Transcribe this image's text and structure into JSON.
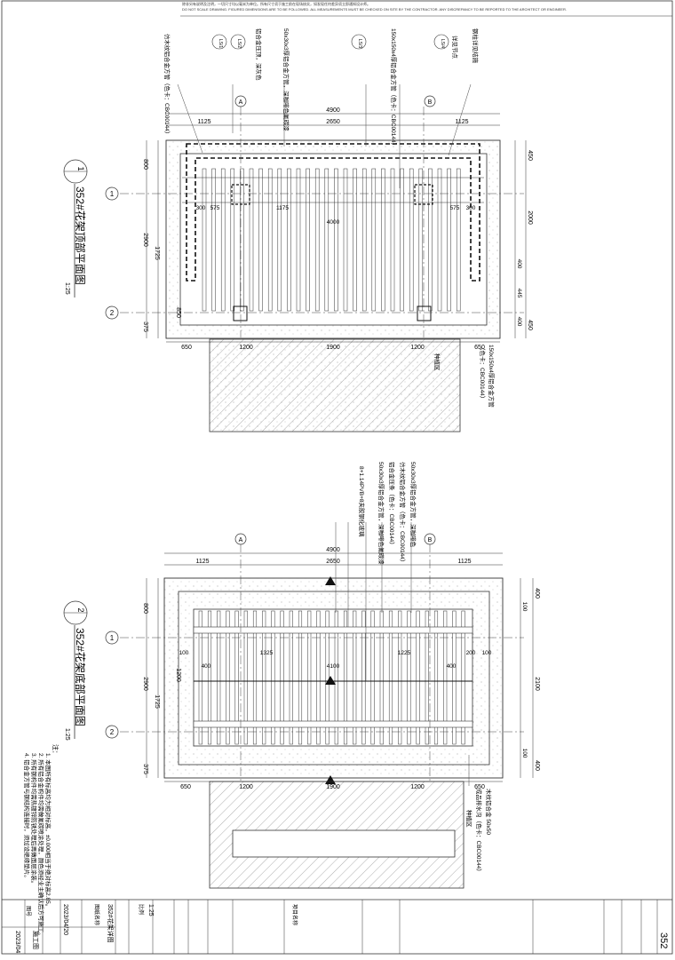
{
  "sheet": {
    "top_note_1": "除非另有说明及注明，一切尺寸均以毫米为单位。所有尺寸须于施工前在现场核实，如发现任何差异须立即通知设计师。",
    "top_note_2": "DO NOT SCALE DRAWING. FIGURED DIMENSIONS ARE TO BE FOLLOWED. ALL MEASUREMENTS MUST BE CHECKED ON SITE BY THE CONTRACTOR. ANY DISCREPANCY TO BE REPORTED TO THE ARCHITECT OR ENGINEER.",
    "drawing_no_code": "352"
  },
  "plan1": {
    "number": "1",
    "title": "352#花架顶部平面图",
    "scale": "1:25",
    "top_dims": [
      "1125",
      "2650",
      "1125"
    ],
    "overall_width": "4900",
    "bottom_dims": [
      "650",
      "1200",
      "1900",
      "1200",
      "650"
    ],
    "left_dims": [
      "800",
      "2900",
      "375"
    ],
    "left_sub_dims": [
      "1725",
      "850"
    ],
    "right_dims": [
      "450",
      "2000",
      "450"
    ],
    "right_sub_dims": [
      "400",
      "445",
      "400"
    ],
    "inner_dims": [
      "300",
      "575",
      "1175",
      "4000",
      "575",
      "300"
    ],
    "axis_rows": [
      "1",
      "2"
    ],
    "axis_cols": [
      "A",
      "B"
    ],
    "callouts": [
      "50x30x3厚铝合金方管，深咖啡色氟碳漆",
      "仿木纹铝合金方管（色卡：CBC00144）",
      "150x150x4厚铝合金方管（色卡：CBC00144）",
      "铝合金压顶，深灰色",
      "钢柱详见结施",
      "详见节点"
    ],
    "leader_labels": [
      "LS/1",
      "LS/2",
      "LS/3",
      "LS/4"
    ],
    "side_note_1": "150x150x4厚铝合金方管",
    "side_note_2": "（色卡：CBC00144）",
    "side_note_3": "种植区"
  },
  "plan2": {
    "number": "2",
    "title": "352#花架底部平面图",
    "scale": "1:25",
    "top_dims": [
      "1125",
      "2650",
      "1125"
    ],
    "overall_width": "4900",
    "bottom_dims": [
      "650",
      "1200",
      "1900",
      "1200",
      "650"
    ],
    "left_dims": [
      "800",
      "2900",
      "375"
    ],
    "left_sub_dims": [
      "1725",
      "1200"
    ],
    "right_dims": [
      "400",
      "2100",
      "400"
    ],
    "right_sub_dims": [
      "100",
      "100"
    ],
    "inner_dims": [
      "100",
      "400",
      "1325",
      "4100",
      "1225",
      "400",
      "200",
      "100"
    ],
    "axis_rows": [
      "1",
      "2"
    ],
    "axis_cols": [
      "A",
      "B"
    ],
    "callouts": [
      "50x30x3厚铝合金方管，深咖啡色",
      "仿木纹铝合金方管（色卡：CBC00144）",
      "铝合金压条（色卡：CBC00144）",
      "50x30x3厚铝合金方管，深咖啡色氟碳漆",
      "8+1.14PVB+8夹胶钢化玻璃"
    ],
    "right_callouts": [
      "木纹铝合金 50x50",
      "成品排水沟（色卡：CBC00144）",
      "种植区"
    ]
  },
  "notes": {
    "heading": "注：",
    "items": [
      "1. 本图所有标高均为相对标高，±0.000相当于绝对标高2.85。",
      "2. 所有铝合金构件均需做氟碳喷涂处理，颜色须经业主确认后方可施工。",
      "3. 所有钢构件均需热镀锌防锈处理后再做面层涂装。",
      "4. 铝合金方管与钢结构连接时，须加设绝缘垫片。"
    ]
  },
  "title_block": {
    "project_label": "项目名称",
    "drawing_title_label": "图纸名称",
    "drawing_title": "352#花架详图",
    "date_1": "2023/04/20",
    "date_2": "2023/04",
    "stage": "施工图",
    "scale_label": "比例",
    "scale": "1:25",
    "sheet_label": "图号",
    "sheet_no": "352"
  }
}
